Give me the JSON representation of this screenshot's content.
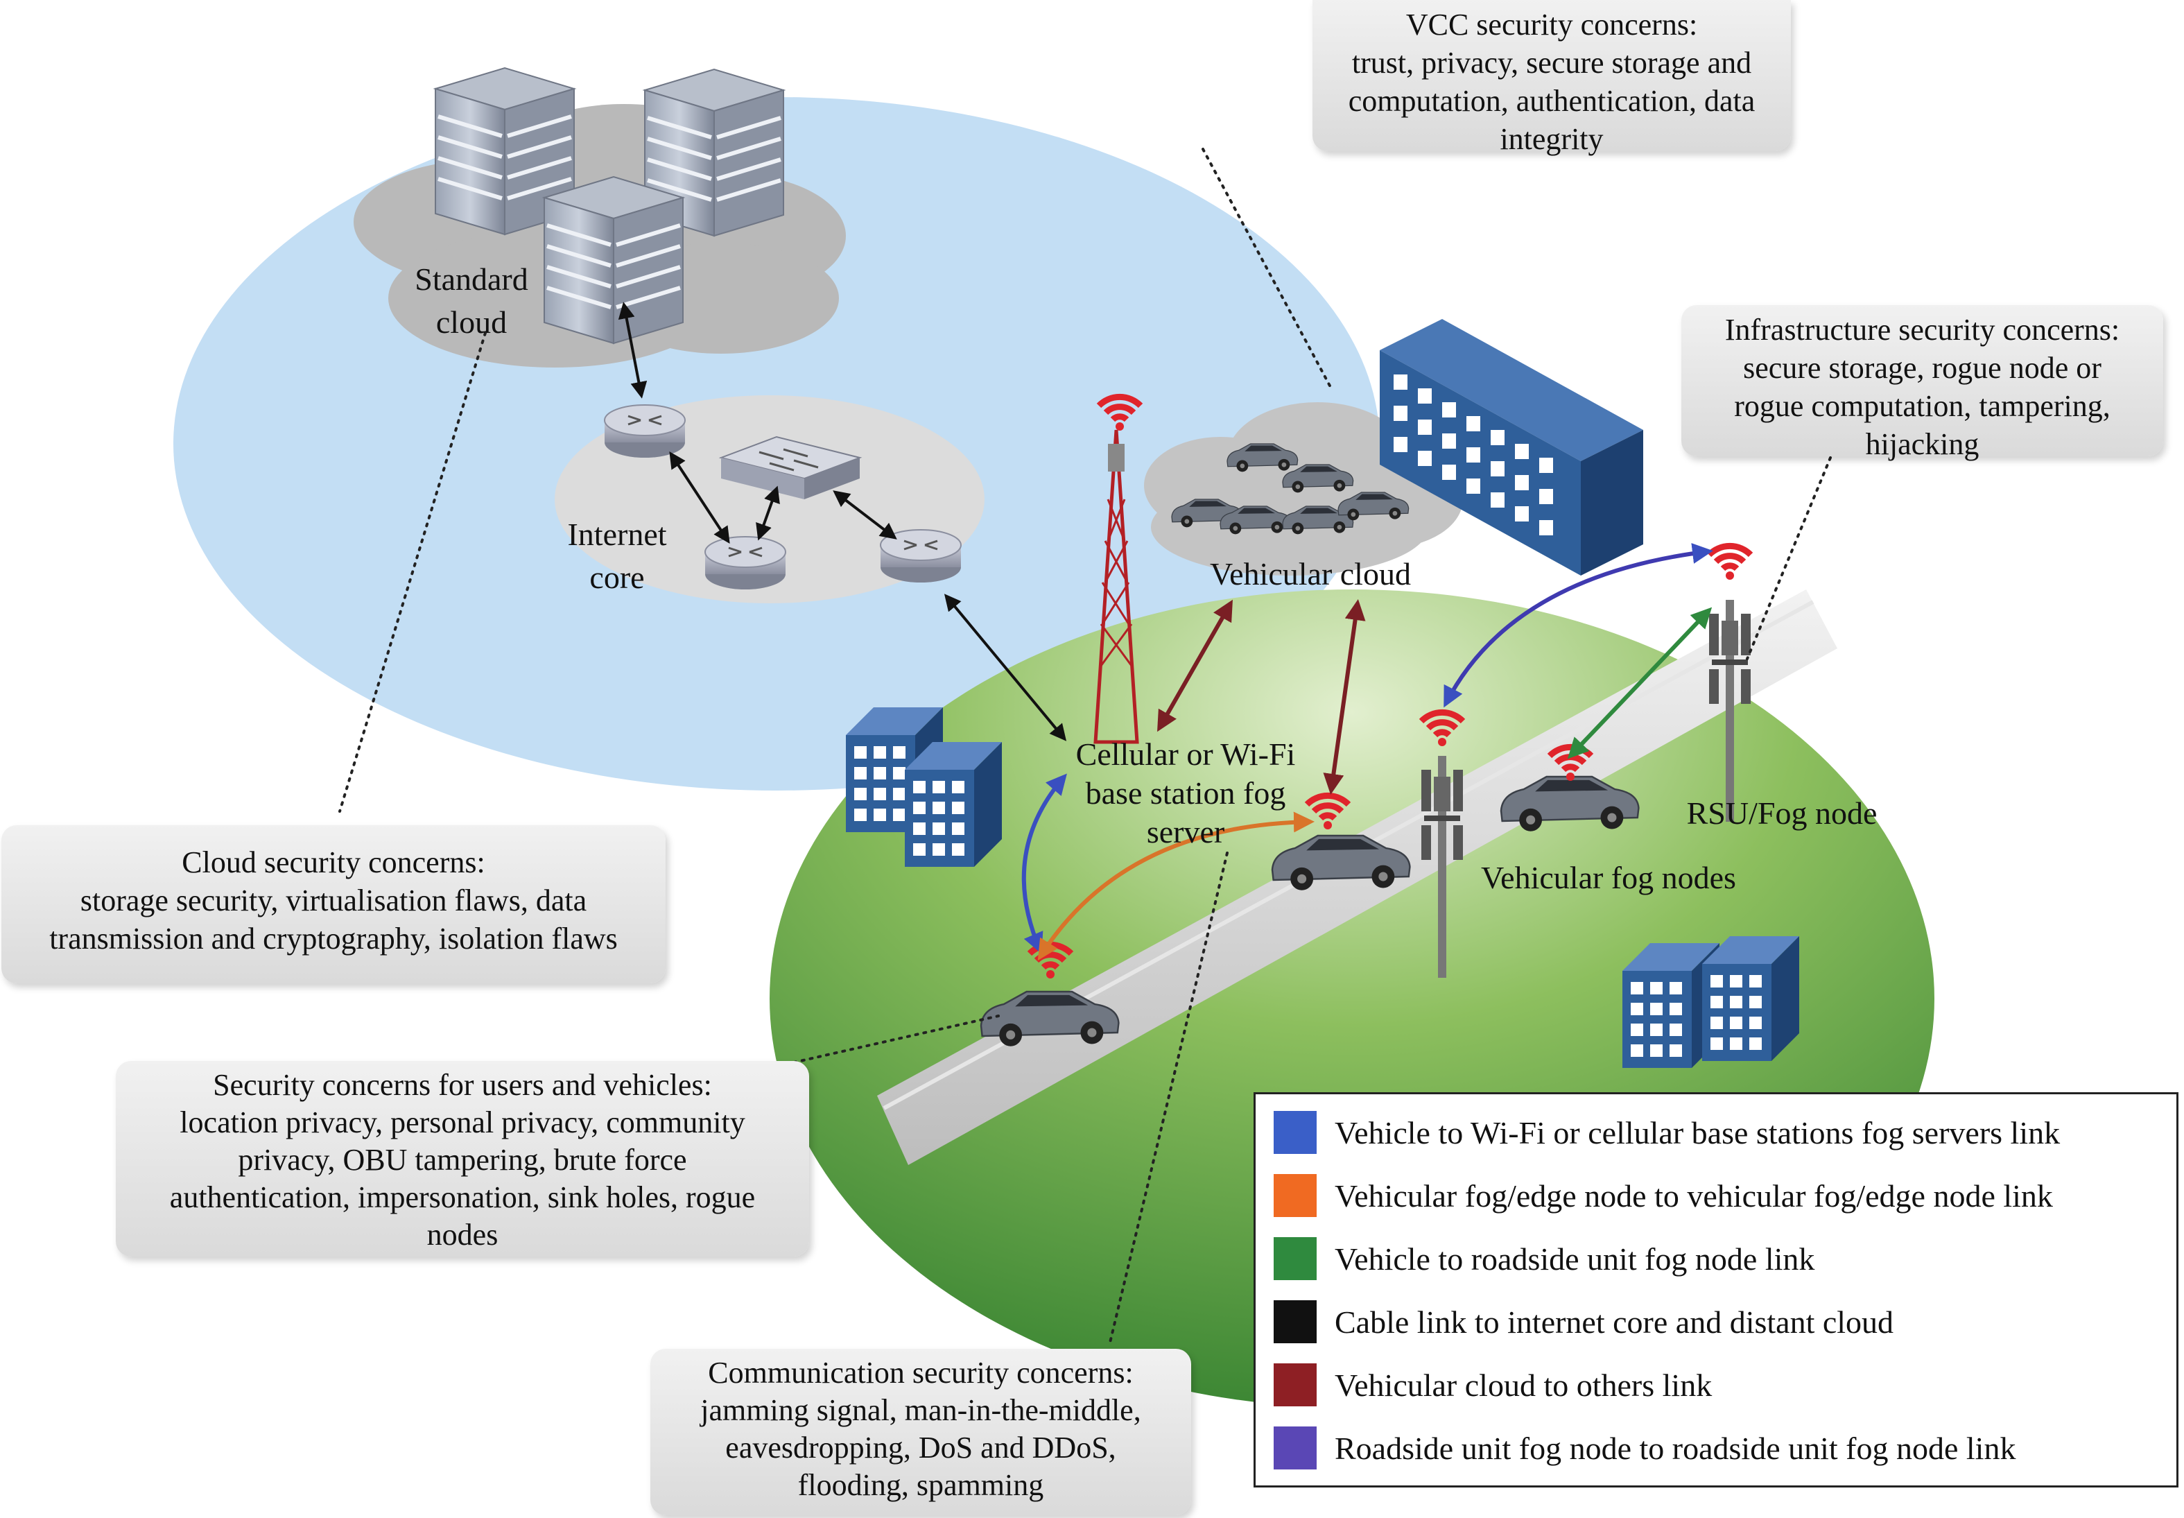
{
  "labels": {
    "standard_cloud": [
      "Standard",
      "cloud"
    ],
    "internet_core": [
      "Internet",
      "core"
    ],
    "vehicular_cloud": "Vehicular cloud",
    "base_station": [
      "Cellular or Wi-Fi",
      "base station fog",
      "server"
    ],
    "rsu_fog_node": "RSU/Fog node",
    "vehicular_fog_nodes": "Vehicular fog nodes"
  },
  "callouts": {
    "vcc": [
      "VCC security concerns:",
      "trust, privacy, secure storage and",
      "computation, authentication, data",
      "integrity"
    ],
    "infrastructure": [
      "Infrastructure security concerns:",
      "secure storage, rogue node or",
      "rogue computation, tampering,",
      "hijacking"
    ],
    "cloud": [
      "Cloud security concerns:",
      "storage security, virtualisation flaws, data",
      "transmission and cryptography, isolation flaws"
    ],
    "users": [
      "Security concerns for users and vehicles:",
      "location privacy, personal privacy, community",
      "privacy, OBU tampering, brute force",
      "authentication, impersonation, sink holes, rogue",
      "nodes"
    ],
    "communication": [
      "Communication security concerns:",
      "jamming signal, man-in-the-middle,",
      "eavesdropping, DoS and DDoS,",
      "flooding, spamming"
    ]
  },
  "legend": [
    {
      "color": "#3a5fc8",
      "label": "Vehicle to Wi-Fi or cellular base stations fog servers link"
    },
    {
      "color": "#f06a22",
      "label": "Vehicular fog/edge node to vehicular fog/edge node link"
    },
    {
      "color": "#2f8a3e",
      "label": "Vehicle to roadside unit fog node link"
    },
    {
      "color": "#111111",
      "label": "Cable link to internet core and distant cloud"
    },
    {
      "color": "#8e1f24",
      "label": "Vehicular cloud to others link"
    },
    {
      "color": "#5a47b5",
      "label": "Roadside unit fog node to roadside unit fog node link"
    }
  ],
  "colors": {
    "sky_ellipse": "#c3def4",
    "ground_light": "#cfe3b4",
    "ground_dark": "#3f8a35",
    "building": "#2f5f9a",
    "link_blue": "#3a5fc8",
    "link_orange": "#d9742a",
    "link_green": "#2f8a3e",
    "link_black": "#111111",
    "link_maroon": "#7a1f24",
    "link_purple": "#3f3ab0",
    "wifi_red": "#e0242b"
  }
}
